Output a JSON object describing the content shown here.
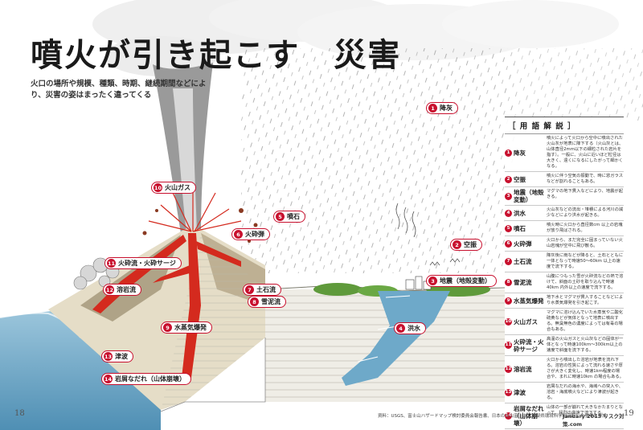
{
  "header": {
    "title": "噴火が引き起こす　災害",
    "subtitle": "火口の場所や規模、種類、時期、継続期間などにより、災害の姿はまったく違ってくる"
  },
  "labels": [
    {
      "num": "1",
      "text": "降灰"
    },
    {
      "num": "10",
      "text": "火山ガス"
    },
    {
      "num": "5",
      "text": "噴石"
    },
    {
      "num": "6",
      "text": "火砕弾"
    },
    {
      "num": "11",
      "text": "火砕流・火砕サージ"
    },
    {
      "num": "2",
      "text": "空振"
    },
    {
      "num": "12",
      "text": "溶岩流"
    },
    {
      "num": "7",
      "text": "土石流"
    },
    {
      "num": "8",
      "text": "雪泥流"
    },
    {
      "num": "3",
      "text": "地震（地殻変動）"
    },
    {
      "num": "9",
      "text": "水蒸気爆発"
    },
    {
      "num": "4",
      "text": "洪水"
    },
    {
      "num": "13",
      "text": "津波"
    },
    {
      "num": "14",
      "text": "岩屑なだれ（山体崩壊）"
    }
  ],
  "glossary": {
    "heading": "［ 用 語 解 説 ］",
    "items": [
      {
        "num": "1",
        "term": "降灰",
        "desc": "噴火によって火口から空中に噴出された火山灰が地表に降下する（火山灰とは、山体直径2mm以下の細粒された岩片を指す）。一般に、火山に近いほど粒径は大きく、遠くになるにしたがって細かくなる。"
      },
      {
        "num": "2",
        "term": "空振",
        "desc": "噴火に伴う空気の振動で、時に窓ガラスなどが割れることもある。"
      },
      {
        "num": "3",
        "term": "地震（地殻変動）",
        "desc": "マグマの地下貫入などにより、地震が起きる。"
      },
      {
        "num": "4",
        "term": "洪水",
        "desc": "火山灰などの流出・堆積による河川の減少などにより洪水が起きる。"
      },
      {
        "num": "5",
        "term": "噴石",
        "desc": "噴火時に火口から直径数cm 以上の岩塊が放り飛ばされる。"
      },
      {
        "num": "6",
        "term": "火砕弾",
        "desc": "火口から、まだ完全に固まっていない火山岩塊が空中に飛び散る。"
      },
      {
        "num": "7",
        "term": "土石流",
        "desc": "降灰後に雨などが降ると、土石とともに一体となって時速50〜60km 以上の速度で流下する。"
      },
      {
        "num": "8",
        "term": "雪泥流",
        "desc": "山腹につもった雪が火砕流などの熱で溶けて、斜面の土砂を取り込んで時速40km 内外以上の速度で流下する。"
      },
      {
        "num": "9",
        "term": "水蒸気爆発",
        "desc": "地下水とマグマが貫入することなどにより水蒸気爆発を引き起こす。"
      },
      {
        "num": "10",
        "term": "火山ガス",
        "desc": "マグマに溶け込んでいた水蒸気や二酸化硫黄などが気体となって地表に噴出する。無臭無色の濃度によっては有毒の場合もある。"
      },
      {
        "num": "11",
        "term": "火砕流・火砕サージ",
        "desc": "高温の火山ガスと火山灰などの固体が一体となって時速100km〜300km以上の速度で斜面を流下する。"
      },
      {
        "num": "12",
        "term": "溶岩流",
        "desc": "火口から噴出した溶岩が地表を流れ下る。溶岩の性質によって流れる速さや厚さが大きく変化し、時速1km程度の場合や、まれに時速10km の場合もある。"
      },
      {
        "num": "13",
        "term": "津波",
        "desc": "岩屑なだれの海水や、海域への突入や、溶岩・海底噴火などにより津波が起きる。"
      },
      {
        "num": "14",
        "term": "岩屑なだれ（山体崩壊）",
        "desc": "山体の一部が崩れて大きなかたまりとなって、猛烈の高速で流下する。"
      }
    ]
  },
  "footer": {
    "source": "資料：USGS、富士山ハザードマップ検討委員会報告書、日本の火山富士山（山梨県環境科学研究所）を参考に作成",
    "magazine": "January 2013 リスク対策.com",
    "page_left": "18",
    "page_right": "19"
  },
  "colors": {
    "accent": "#c8102e",
    "lava": "#d42a1e",
    "sea": "#6ea9c9",
    "strata": "#e8e6df",
    "ash": "#b7b7b7"
  }
}
